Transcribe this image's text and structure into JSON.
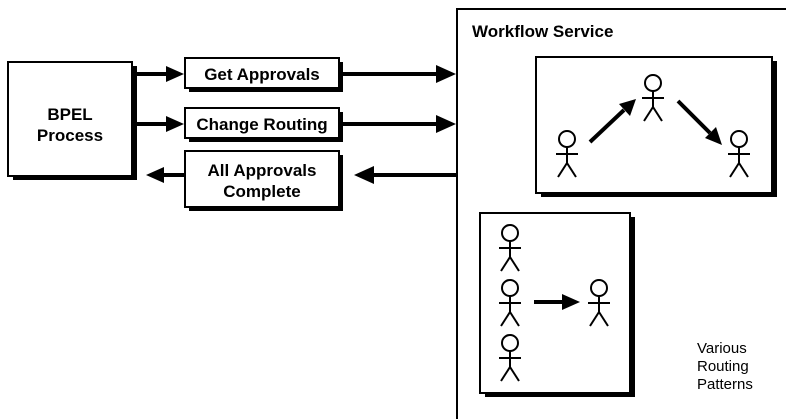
{
  "bpel": {
    "line1": "BPEL",
    "line2": "Process"
  },
  "messages": {
    "get_approvals": "Get Approvals",
    "change_routing": "Change Routing",
    "all_complete_line1": "All Approvals",
    "all_complete_line2": "Complete"
  },
  "workflow": {
    "title": "Workflow Service",
    "caption_line1": "Various",
    "caption_line2": "Routing",
    "caption_line3": "Patterns"
  }
}
